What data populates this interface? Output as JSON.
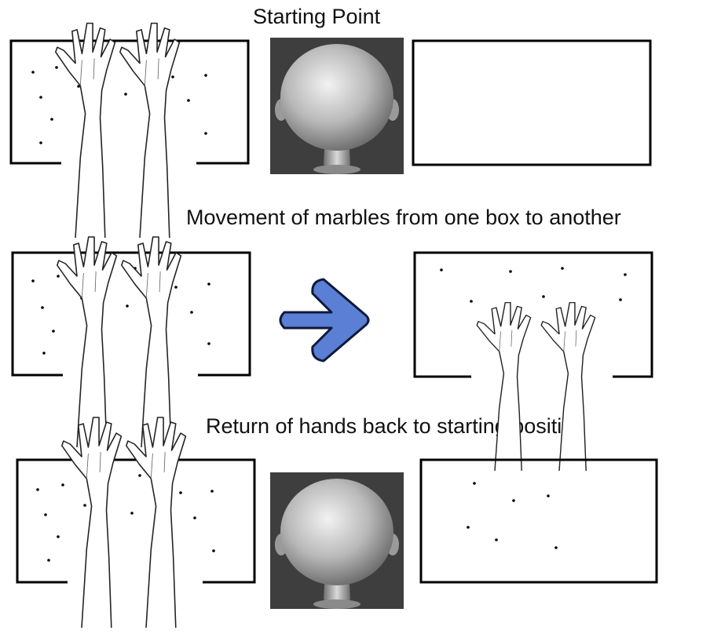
{
  "captions": {
    "starting_point": "Starting Point",
    "movement": "Movement of marbles from one box to another",
    "return": "Return of hands back to starting position"
  },
  "colors": {
    "arrow_fill": "#5a7fd4",
    "arrow_stroke": "#0d1a3a",
    "head_background": "#404040",
    "line": "#000000"
  },
  "icons": [
    "head-icon",
    "hands-icon",
    "right-arrow-icon",
    "marble-dot"
  ]
}
